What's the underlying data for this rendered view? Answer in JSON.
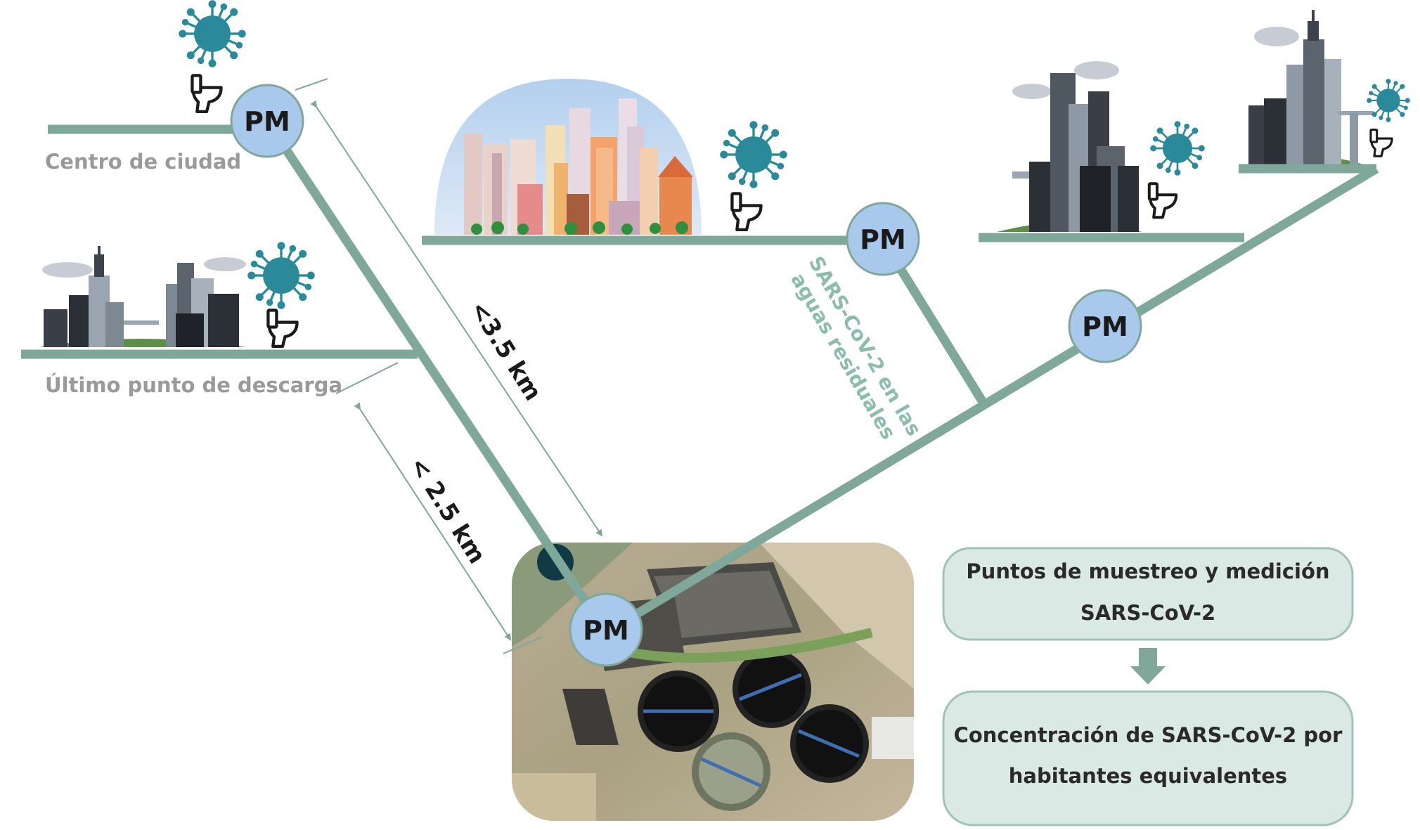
{
  "labels": {
    "centro": "Centro de ciudad",
    "ultimo": "Último punto de descarga",
    "pm": "PM",
    "dist_35": "<3.5 km",
    "dist_25": "< 2.5 km",
    "sars_line1": "SARS-CoV-2 en las",
    "sars_line2": "aguas residuales"
  },
  "boxes": {
    "top_line1": "Puntos de muestreo y medición",
    "top_line2": "SARS-CoV-2",
    "bottom_line1": "Concentración de SARS-CoV-2 por",
    "bottom_line2": "habitantes equivalentes"
  },
  "colors": {
    "pipe": "#7fa89b",
    "pm_fill": "#a9c9ec",
    "virus": "#2a8a9a",
    "box_fill": "#dbe9e4",
    "box_stroke": "#9fc3b6",
    "label_gray": "#9a9a9a",
    "sars_text": "#8cbcae"
  }
}
